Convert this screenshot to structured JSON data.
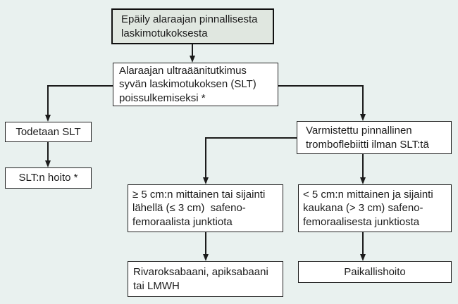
{
  "flowchart": {
    "language": "Finnish",
    "topic": "Alaraajan pinnallisen laskimotukoksen hoitokaavio",
    "colors": {
      "page_background": "#e9f1ef",
      "node_fill": "#ffffff",
      "start_node_fill": "#e0e7e0",
      "border_and_text": "#1b1b1b"
    },
    "nodes": {
      "suspicion": {
        "label": "Epäily alaraajan pinnallisesta laskimotukoksesta",
        "lines": [
          "Epäily alaraajan pinnallisesta",
          "laskimotukoksesta"
        ]
      },
      "ultrasound": {
        "label": "Alaraajan ultraäänitutkimus syvän laskimotukoksen (SLT) poissulkemiseksi *",
        "lines": [
          "Alaraajan ultraäänitutkimus",
          "syvän laskimotukoksen (SLT)",
          "poissulkemiseksi *"
        ]
      },
      "slt_found": {
        "label": "Todetaan SLT",
        "lines": [
          "Todetaan SLT"
        ]
      },
      "slt_treatment": {
        "label": "SLT:n hoito *",
        "lines": [
          "SLT:n hoito *"
        ]
      },
      "confirmed_phlebitis": {
        "label": "Varmistettu pinnallinen tromboflebiitti ilman SLT:tä",
        "lines": [
          "Varmistettu pinnallinen",
          "tromboflebiitti ilman SLT:tä"
        ]
      },
      "long_or_near_junction": {
        "label": "≥ 5 cm:n mittainen tai sijainti lähellä (≤ 3 cm) safeno-femoraalista junktiota",
        "lines": [
          "≥ 5 cm:n mittainen tai sijainti",
          "lähellä (≤ 3 cm)  safeno-",
          "femoraalista junktiota"
        ]
      },
      "short_and_far_junction": {
        "label": "< 5 cm:n mittainen ja sijainti kaukana (> 3 cm) safeno-femoraalisesta junktiosta",
        "lines": [
          "< 5 cm:n mittainen ja sijainti",
          "kaukana (> 3 cm) safeno-",
          "femoraalisesta junktiosta"
        ]
      },
      "anticoagulant": {
        "label": "Rivaroksabaani, apiksabaani tai LMWH",
        "lines": [
          "Rivaroksabaani, apiksabaani",
          "tai LMWH"
        ]
      },
      "local_treatment": {
        "label": "Paikallishoito",
        "lines": [
          "Paikallishoito"
        ]
      }
    },
    "edges": [
      "suspicion -> ultrasound",
      "ultrasound -> slt_found",
      "ultrasound -> confirmed_phlebitis",
      "slt_found -> slt_treatment",
      "confirmed_phlebitis -> long_or_near_junction",
      "confirmed_phlebitis -> short_and_far_junction",
      "long_or_near_junction -> anticoagulant",
      "short_and_far_junction -> local_treatment"
    ]
  }
}
